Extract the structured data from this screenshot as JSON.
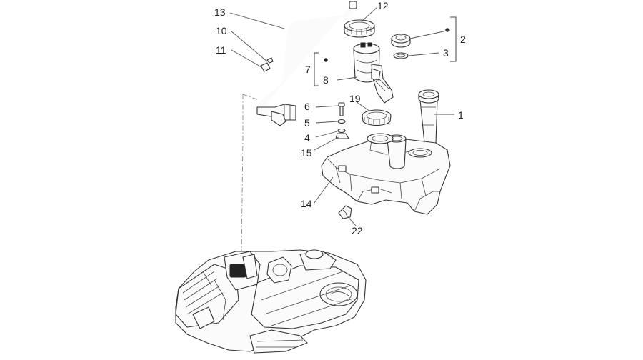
{
  "callouts": {
    "c1": "1",
    "c2": "2",
    "c3": "3",
    "c4": "4",
    "c5": "5",
    "c6": "6",
    "c7": "7",
    "c8": "8",
    "c10": "10",
    "c11": "11",
    "c12": "12",
    "c13": "13",
    "c14": "14",
    "c15": "15",
    "c19": "19",
    "c22": "22"
  }
}
